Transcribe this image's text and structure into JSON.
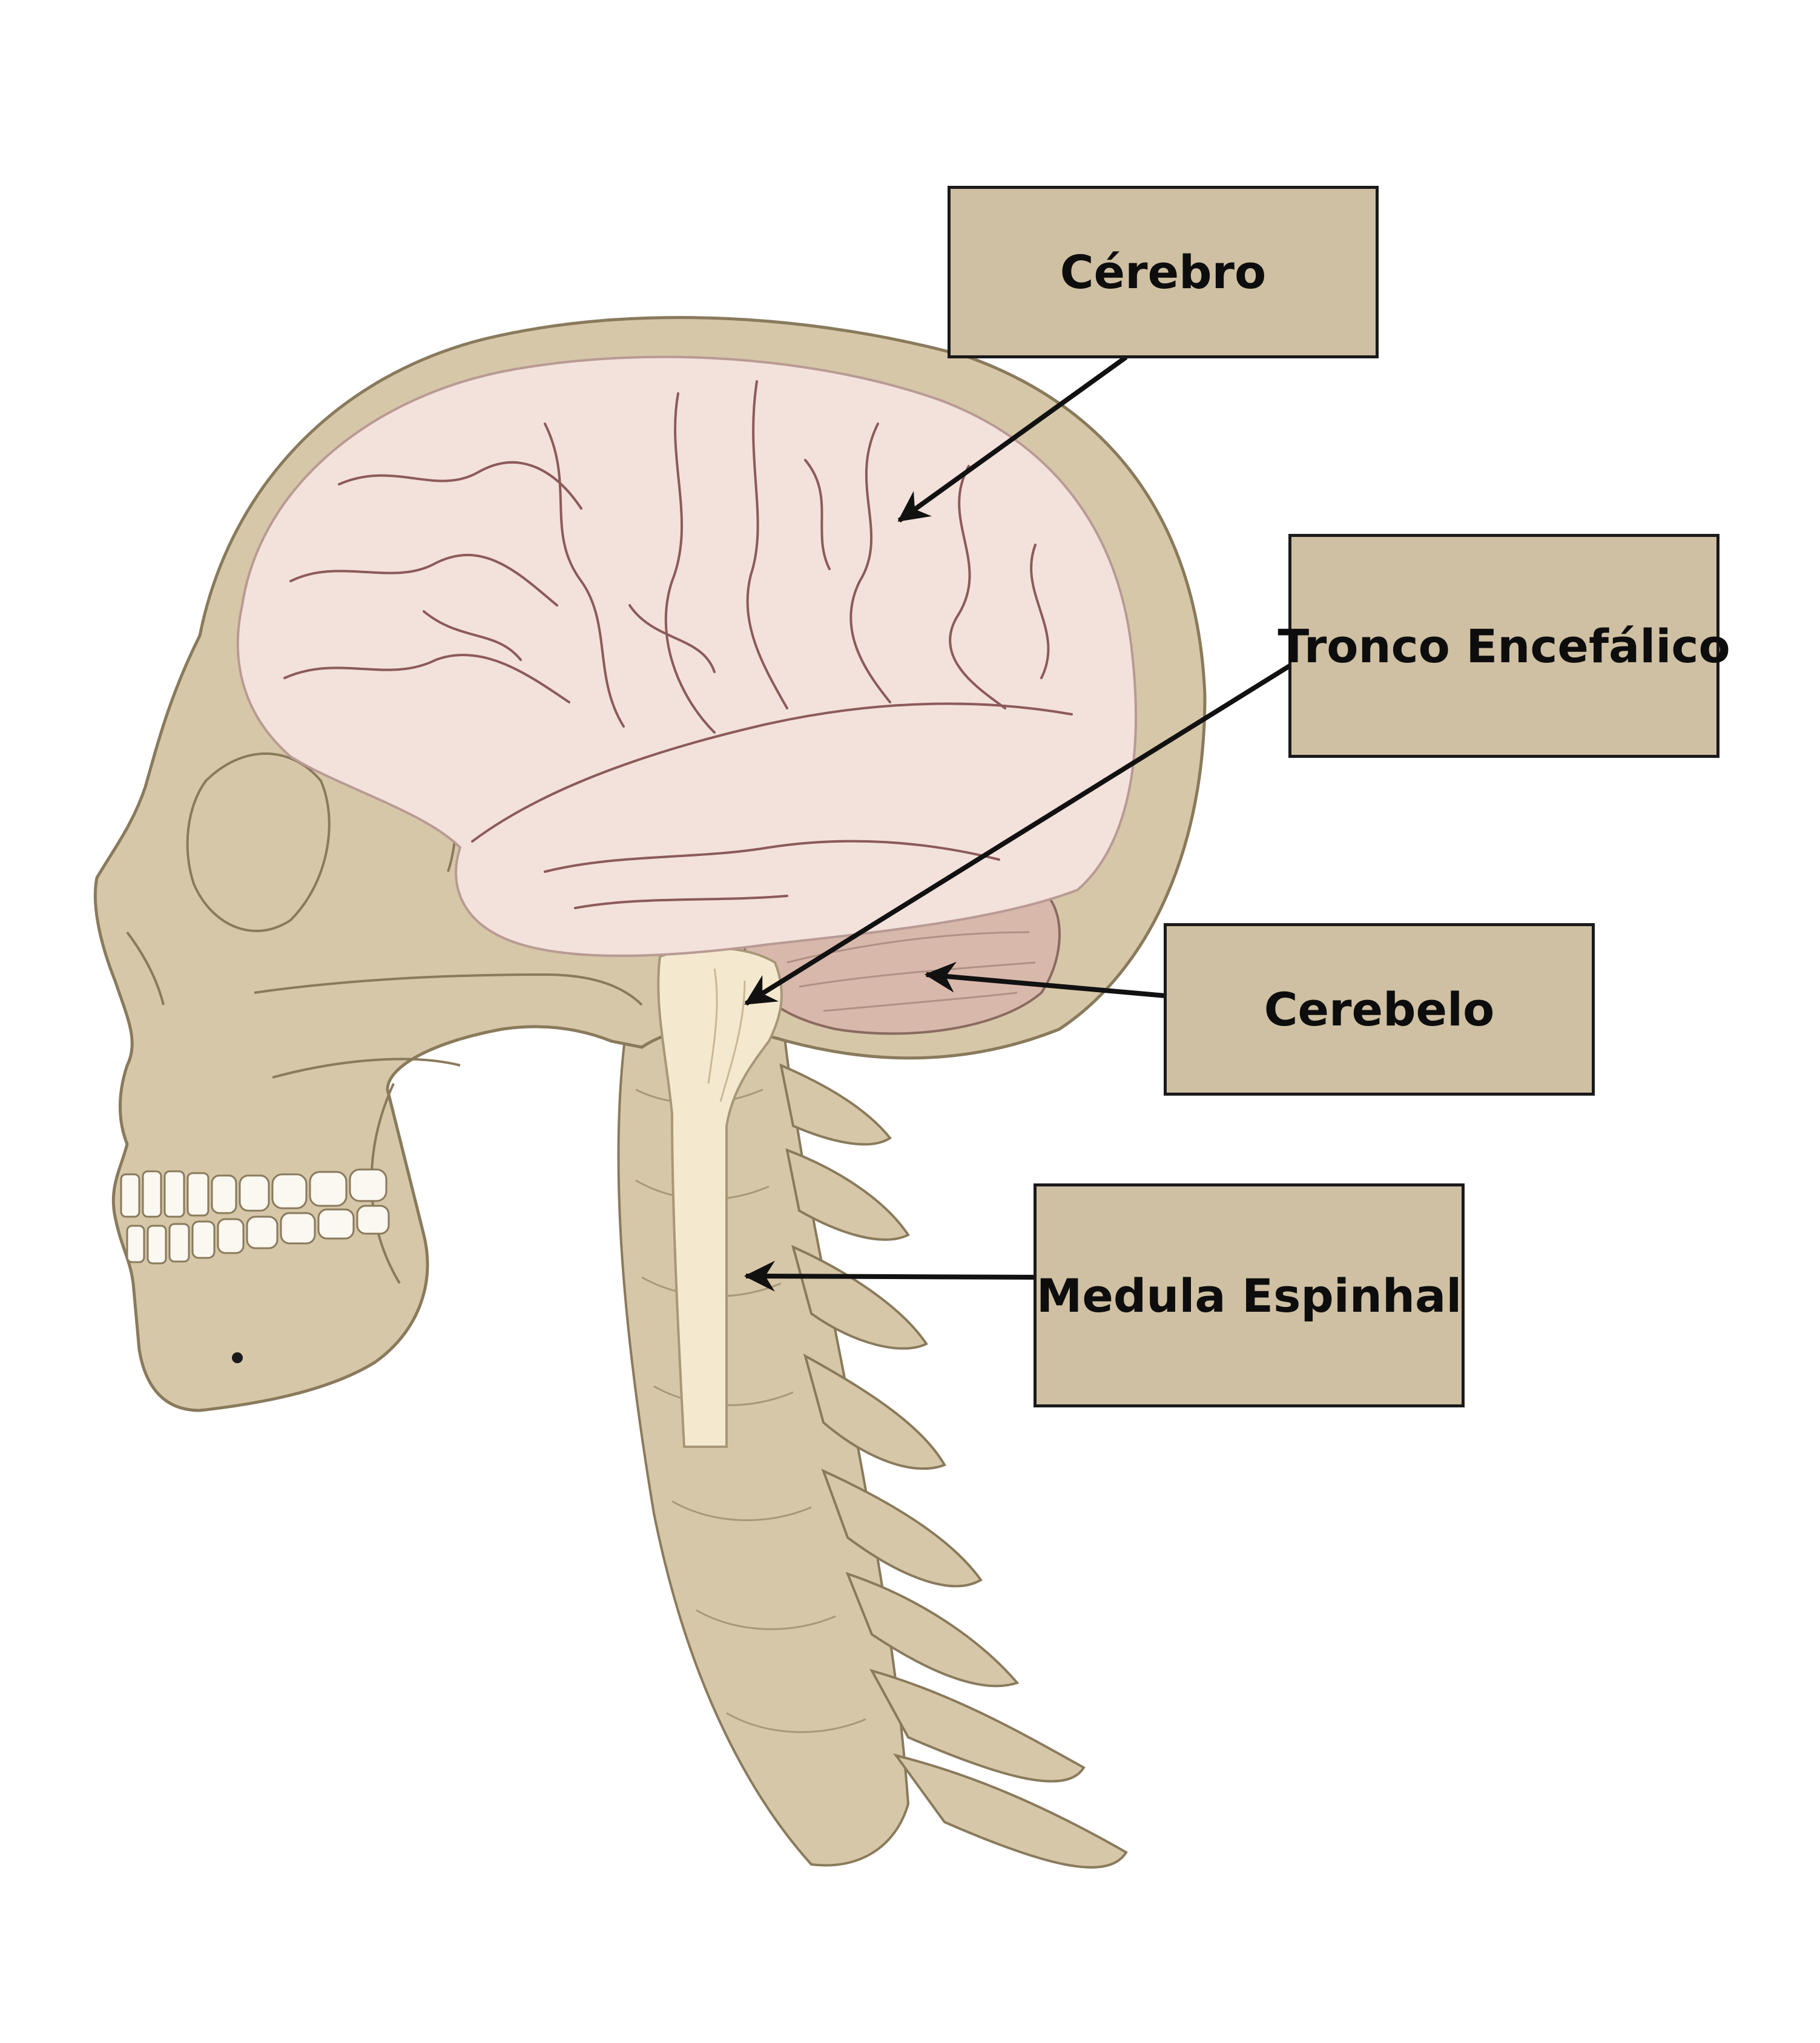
{
  "labels": {
    "cerebro": "Cérebro",
    "tronco": "Tronco Encefálico",
    "cerebelo": "Cerebelo",
    "medula": "Medula Espinhal"
  },
  "colors": {
    "box_fill": "#cfc0a3",
    "box_border": "#1a1a1a",
    "bone": "#d6c7a8",
    "bone_outline": "#8a7a5c",
    "brain": "#f3e1dc",
    "gyri": "#8c5a5a",
    "cerebellum": "#d9b8ac",
    "cord": "#f4e9cf",
    "teeth": "#fbf8f1",
    "arrow": "#111111"
  }
}
